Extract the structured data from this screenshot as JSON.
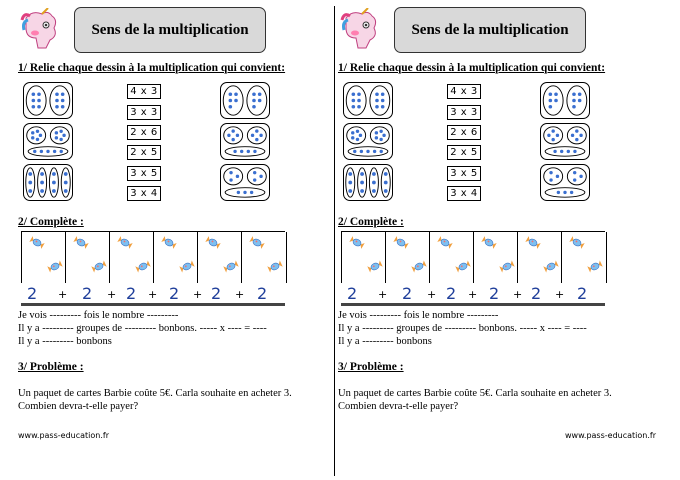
{
  "page_title": "Sens de la multiplication",
  "section1_title": "1/ Relie chaque dessin à la multiplication qui convient:",
  "multiplications": [
    "4 x 3",
    "3 x 3",
    "2 x 6",
    "2 x 5",
    "3 x 5",
    "3 x 4"
  ],
  "section2_title": "2/ Complète :",
  "number_line": [
    "2",
    "+",
    "2",
    "+",
    "2",
    "+",
    "2",
    "+",
    "2",
    "+",
    "2"
  ],
  "complete_lines": [
    "Je vois --------- fois le nombre ---------",
    "Il y a --------- groupes de --------- bonbons. -----  x  ----  =  ----",
    "Il y a --------- bonbons"
  ],
  "section3_title": "3/ Problème :",
  "problem_lines": [
    "Un paquet de cartes Barbie coûte 5€. Carla souhaite en acheter 3.",
    "Combien devra-t-elle payer?"
  ],
  "footer": "www.pass-education.fr",
  "colors": {
    "title_bg": "#d9d9d9",
    "dot": "#3a6fd0",
    "number": "#1f3e9a"
  },
  "icons": [
    "unicorn-mascot-icon",
    "candy-icon"
  ]
}
